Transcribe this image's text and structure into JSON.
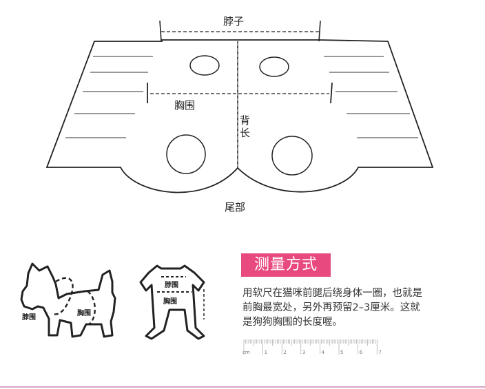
{
  "pattern": {
    "neck_label": "脖子",
    "chest_label": "胸围",
    "back_length_label": "背长",
    "tail_label": "尾部"
  },
  "dog_figure": {
    "neck_label": "脖围",
    "chest_label": "胸围"
  },
  "garment_figure": {
    "neck_label": "脖围",
    "chest_label": "胸围"
  },
  "measure": {
    "title": "测量方式",
    "lines": [
      "用软尺在猫咪前腿后绕身体一圈，也就是",
      "前胸最宽处，另外再预留2–3厘米。这就",
      "是狗狗胸围的长度喔。"
    ]
  },
  "ruler": {
    "unit": "cm",
    "ticks": [
      "1",
      "2",
      "3",
      "4",
      "5",
      "6",
      "7"
    ]
  }
}
